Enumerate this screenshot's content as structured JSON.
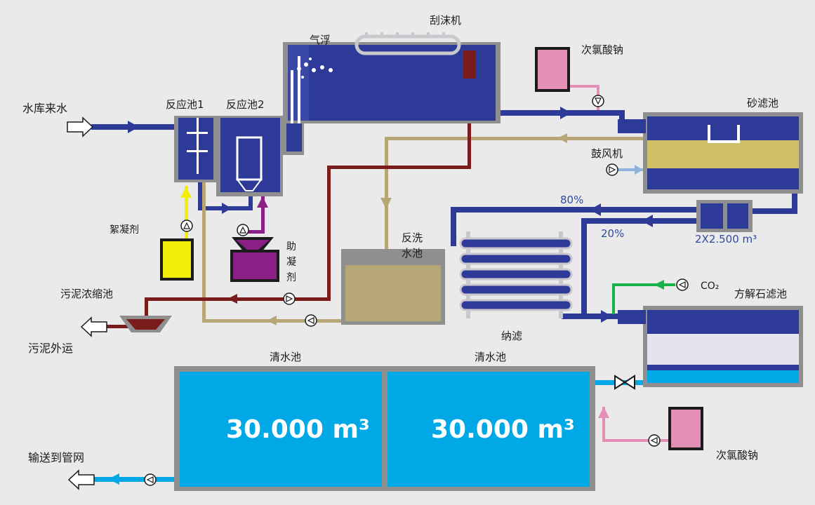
{
  "colors": {
    "water_blue": "#2d3a97",
    "clean_blue": "#00a8e6",
    "sludge_red": "#7a1c1c",
    "backwash_tan": "#b7a777",
    "coagulant_yellow": "#f2ee08",
    "aid_purple": "#8a1f86",
    "hypo_pink": "#e58fb7",
    "co2_green": "#18b24a",
    "tank_grey": "#8f8f8f"
  },
  "labels": {
    "inflow": "水库来水",
    "reaction_tank_1": "反应池1",
    "reaction_tank_2": "反应池2",
    "flotation": "气浮",
    "skimmer": "刮沫机",
    "hypochlorite_top": "次氯酸钠",
    "sand_filter": "砂滤池",
    "blower": "鼓风机",
    "coagulant": "絮凝剂",
    "coagulant_aid": [
      "助",
      "凝",
      "剂"
    ],
    "backwash_tank": [
      "反洗",
      "水池"
    ],
    "sludge_thickener": "污泥浓缩池",
    "sludge_out": "污泥外运",
    "pct_80": "80%",
    "pct_20": "20%",
    "capacity_small": "2X2.500 m³",
    "co2": "CO₂",
    "calcite_filter": "方解石滤池",
    "nanofiltration": "纳滤",
    "clear_tank_1": "清水池",
    "clear_tank_2": "清水池",
    "clear_tank_1_volume": "30.000 m³",
    "clear_tank_2_volume": "30.000 m³",
    "hypochlorite_bottom": "次氯酸钠",
    "to_network": "输送到管网"
  }
}
